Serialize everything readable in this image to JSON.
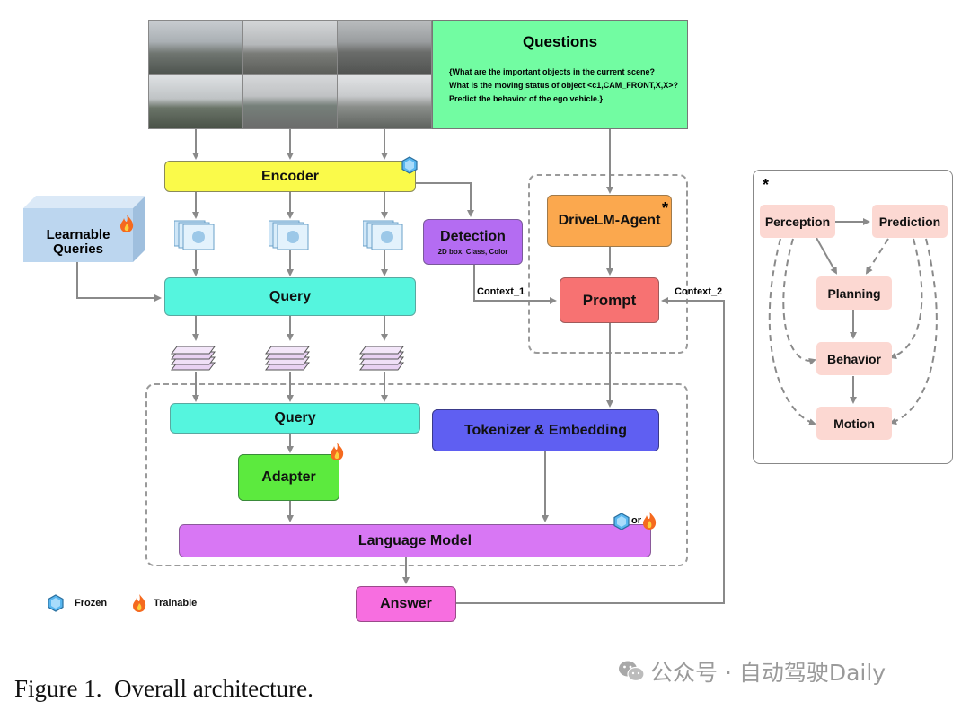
{
  "questions": {
    "title": "Questions",
    "lines": [
      "{What are the important objects in the current scene?",
      "What is the moving status of object <c1,CAM_FRONT,X,X>?",
      "Predict the behavior of the ego vehicle.}"
    ]
  },
  "blocks": {
    "encoder": "Encoder",
    "learnable_queries_line1": "Learnable",
    "learnable_queries_line2": "Queries",
    "query_top": "Query",
    "query_bottom": "Query",
    "detection_title": "Detection",
    "detection_sub": "2D box, Class, Color",
    "drivelm_agent": "DriveLM-Agent",
    "drivelm_star": "*",
    "prompt": "Prompt",
    "context_1": "Context_1",
    "context_2": "Context_2",
    "tokenizer": "Tokenizer & Embedding",
    "adapter": "Adapter",
    "language_model": "Language Model",
    "or_text": "or",
    "answer": "Answer"
  },
  "graph": {
    "star": "*",
    "perception": "Perception",
    "prediction": "Prediction",
    "planning": "Planning",
    "behavior": "Behavior",
    "motion": "Motion"
  },
  "legend": {
    "frozen": "Frozen",
    "trainable": "Trainable"
  },
  "caption": "Figure 1.  Overall architecture.",
  "watermark": "公众号 · 自动驾驶Daily",
  "colors": {
    "encoder": "#fafa4a",
    "query": "#55f5de",
    "detection": "#b46cf2",
    "drivelm": "#fba84e",
    "prompt": "#f77272",
    "tokenizer": "#5f5ff2",
    "adapter": "#5cea3e",
    "language_model": "#d877f4",
    "answer": "#f76ee0",
    "questions_bg": "#72fca2",
    "graph_node": "#fcd8d2"
  }
}
